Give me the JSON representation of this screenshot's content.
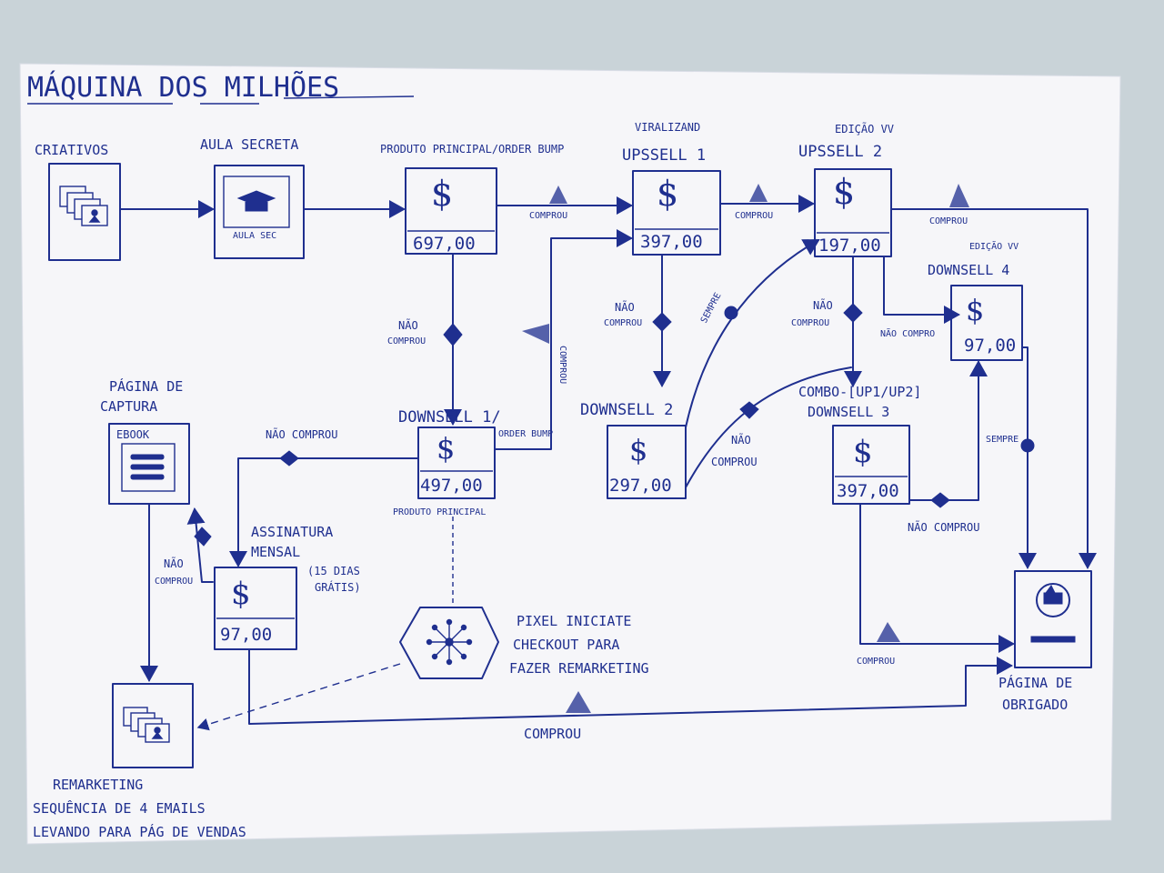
{
  "title": "MÁQUINA DOS MILHÕES",
  "nodes": {
    "criativos": "CRIATIVOS",
    "aula_secreta": "AULA SECRETA",
    "aula_sec_inner": "AULA SEC",
    "produto_principal_header": "PRODUTO PRINCIPAL/ORDER BUMP",
    "produto_price": "697,00",
    "upsell1_tag": "VIRALIZAND",
    "upsell1_title": "UPSSELL 1",
    "upsell1_price": "397,00",
    "upsell2_tag": "EDIÇÃO VV",
    "upsell2_title": "UPSSELL 2",
    "upsell2_price": "197,00",
    "downsell4_tag": "EDIÇÃO VV",
    "downsell4_title": "DOWNSELL 4",
    "downsell4_price": "97,00",
    "downsell1_title": "DOWNSELL 1/",
    "downsell1_orderbump": "ORDER BUMP",
    "downsell1_price": "497,00",
    "downsell1_sub": "PRODUTO PRINCIPAL",
    "downsell2_title": "DOWNSELL 2",
    "downsell2_price": "297,00",
    "downsell3_combo": "COMBO-[UP1/UP2]",
    "downsell3_title": "DOWNSELL 3",
    "downsell3_price": "397,00",
    "captura_title_1": "PÁGINA DE",
    "captura_title_2": "CAPTURA",
    "ebook": "EBOOK",
    "assinatura_1": "ASSINATURA",
    "assinatura_2": "MENSAL",
    "assinatura_3": "(15 DIAS",
    "assinatura_4": "GRÁTIS)",
    "assinatura_price": "97,00",
    "pixel_1": "PIXEL INICIATE",
    "pixel_2": "CHECKOUT PARA",
    "pixel_3": "FAZER REMARKETING",
    "obrigado_1": "PÁGINA DE",
    "obrigado_2": "OBRIGADO",
    "remarketing_1": "REMARKETING",
    "remarketing_2": "SEQUÊNCIA DE 4 EMAILS",
    "remarketing_3": "LEVANDO PARA PÁG DE VENDAS"
  },
  "edge_labels": {
    "comprou_1": "COMPROU",
    "comprou_2": "COMPROU",
    "comprou_3": "COMPROU",
    "comprou_vertical": "COMPROU",
    "comprou_ds3": "COMPROU",
    "comprou_bottom": "COMPROU",
    "nao_comprou_pp_1": "NÃO",
    "nao_comprou_pp_2": "COMPROU",
    "nao_comprou_up1_1": "NÃO",
    "nao_comprou_up1_2": "COMPROU",
    "nao_comprou_up2_1": "NÃO",
    "nao_comprou_up2_2": "COMPROU",
    "nao_compro_ds4": "NÃO COMPRO",
    "nao_comprou_ds1": "NÃO COMPROU",
    "nao_comprou_ds2_1": "NÃO",
    "nao_comprou_ds2_2": "COMPROU",
    "nao_comprou_ds3": "NÃO COMPROU",
    "nao_comprou_ass_1": "NÃO",
    "nao_comprou_ass_2": "COMPROU",
    "sempre_1": "SEMPRE",
    "sempre_2": "SEMPRE"
  }
}
